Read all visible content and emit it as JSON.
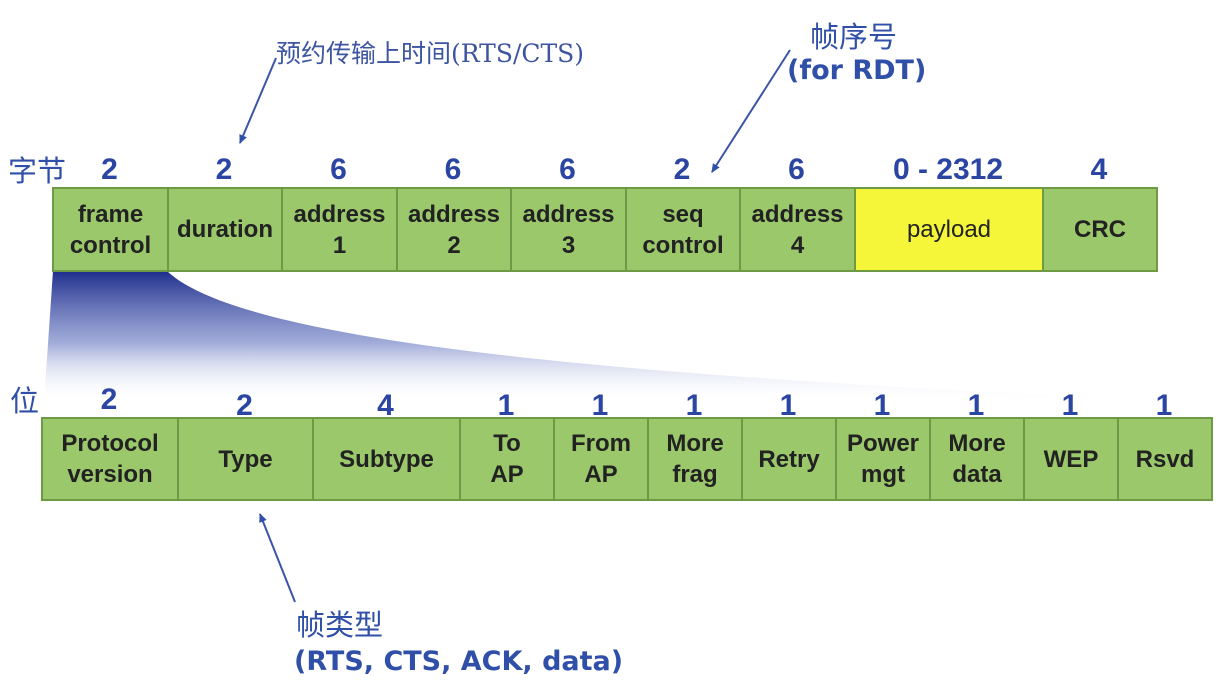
{
  "colors": {
    "field_fill": "#9bc86a",
    "field_border": "#6e9a46",
    "payload_fill": "#f5f53a",
    "label_blue": "#2b45a2",
    "fan_dark": "#1f2e8c"
  },
  "annotations": {
    "duration_note": "预约传输上时间(RTS/CTS)",
    "seq_note_cn": "帧序号",
    "seq_note_en": "(for RDT)",
    "type_note_cn": "帧类型",
    "type_note_en": "(RTS, CTS, ACK, data)"
  },
  "frame": {
    "unit_label": "字节",
    "fields": [
      {
        "size": "2",
        "lines": [
          "frame",
          "control"
        ]
      },
      {
        "size": "2",
        "lines": [
          "duration"
        ]
      },
      {
        "size": "6",
        "lines": [
          "address",
          "1"
        ]
      },
      {
        "size": "6",
        "lines": [
          "address",
          "2"
        ]
      },
      {
        "size": "6",
        "lines": [
          "address",
          "3"
        ]
      },
      {
        "size": "2",
        "lines": [
          "seq",
          "control"
        ]
      },
      {
        "size": "6",
        "lines": [
          "address",
          "4"
        ]
      },
      {
        "size": "0 - 2312",
        "lines": [
          "payload"
        ]
      },
      {
        "size": "4",
        "lines": [
          "CRC"
        ]
      }
    ]
  },
  "frame_control": {
    "unit_label": "位",
    "fields": [
      {
        "size": "2",
        "lines": [
          "Protocol",
          "version"
        ]
      },
      {
        "size": "2",
        "lines": [
          "Type"
        ]
      },
      {
        "size": "4",
        "lines": [
          "Subtype"
        ]
      },
      {
        "size": "1",
        "lines": [
          "To",
          "AP"
        ]
      },
      {
        "size": "1",
        "lines": [
          "From",
          "AP"
        ]
      },
      {
        "size": "1",
        "lines": [
          "More",
          "frag"
        ]
      },
      {
        "size": "1",
        "lines": [
          "Retry"
        ]
      },
      {
        "size": "1",
        "lines": [
          "Power",
          "mgt"
        ]
      },
      {
        "size": "1",
        "lines": [
          "More",
          "data"
        ]
      },
      {
        "size": "1",
        "lines": [
          "WEP"
        ]
      },
      {
        "size": "1",
        "lines": [
          "Rsvd"
        ]
      }
    ]
  }
}
